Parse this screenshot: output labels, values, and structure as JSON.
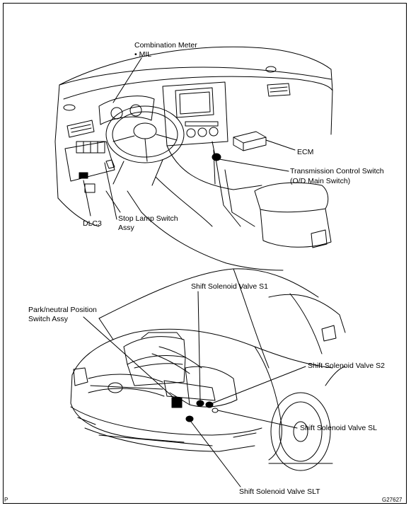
{
  "figure_code": "G27627",
  "corner_mark": "P",
  "labels": {
    "combination_meter": "Combination Meter",
    "mil": "• MIL",
    "ecm": "ECM",
    "trans_switch_1": "Transmission Control Switch",
    "trans_switch_2": "(O/D Main Switch)",
    "dlc3": "DLC3",
    "stop_lamp_1": "Stop Lamp Switch",
    "stop_lamp_2": "Assy",
    "s1": "Shift Solenoid Valve S1",
    "park_1": "Park/neutral Position",
    "park_2": "Switch Assy",
    "s2": "Shift Solenoid Valve S2",
    "sl": "Shift Solenoid Valve SL",
    "slt": "Shift Solenoid Valve SLT"
  }
}
